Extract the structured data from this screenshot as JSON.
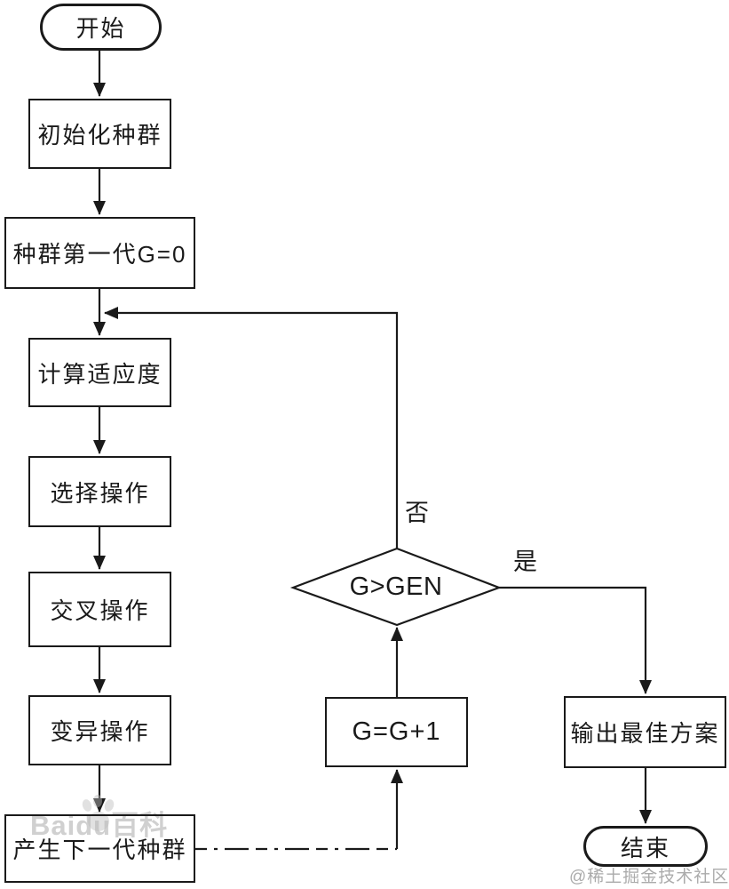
{
  "page": {
    "background": "#ffffff",
    "stroke_color": "#1a1a1a",
    "watermark_color": "#aaaaaa"
  },
  "flowchart": {
    "nodes": {
      "start": "开始",
      "init_population": "初始化种群",
      "first_generation": "种群第一代G=0",
      "fitness": "计算适应度",
      "selection": "选择操作",
      "crossover": "交叉操作",
      "mutation": "变异操作",
      "next_generation": "产生下一代种群",
      "increment": "G=G+1",
      "decision": "G>GEN",
      "output_best": "输出最佳方案",
      "end": "结束"
    },
    "edge_labels": {
      "no": "否",
      "yes": "是"
    }
  },
  "watermarks": {
    "baidu": "Baidu百科",
    "juejin": "@稀土掘金技术社区"
  }
}
